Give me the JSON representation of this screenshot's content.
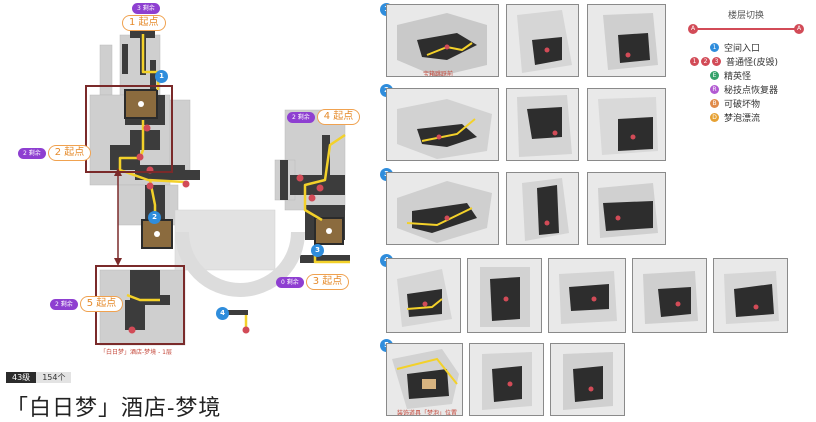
{
  "title": "「白日梦」酒店-梦境",
  "info": {
    "chip1": "43级",
    "chip2": "154个"
  },
  "legend": {
    "title": "楼层切换",
    "switch_start": "A",
    "switch_end": "A",
    "items": [
      {
        "label": "空间入口",
        "marks": [
          "1"
        ],
        "color": "#2f8ddc"
      },
      {
        "label": "普通怪(皮毁)",
        "marks": [
          "1",
          "2",
          "3"
        ],
        "color": "#d24b57"
      },
      {
        "label": "精英怪",
        "marks": [
          "E"
        ],
        "color": "#34a26a"
      },
      {
        "label": "秘技点恢复器",
        "marks": [
          "R"
        ],
        "color": "#b25ad2"
      },
      {
        "label": "可破坏物",
        "marks": [
          "B"
        ],
        "color": "#e08b4a"
      },
      {
        "label": "梦泡漂流",
        "marks": [
          "D"
        ],
        "color": "#e6a133"
      }
    ]
  },
  "starts": [
    {
      "remain_label": "3 剩余",
      "label": "1 起点"
    },
    {
      "remain_label": "2 剩余",
      "label": "2 起点"
    },
    {
      "remain_label": "2 剩余",
      "label": "4 起点"
    },
    {
      "remain_label": "0 剩余",
      "label": "3 起点"
    },
    {
      "remain_label": "2 剩余",
      "label": "5 起点"
    }
  ],
  "sections": [
    {
      "number": "1",
      "caption": "宝箱跳跃前"
    },
    {
      "number": "2",
      "caption": ""
    },
    {
      "number": "3",
      "caption": ""
    },
    {
      "number": "4",
      "caption": ""
    },
    {
      "number": "5",
      "caption": "装饰道具「梦泡」位置"
    }
  ],
  "map_caption": "「白日梦」酒店-梦境 - 1层"
}
